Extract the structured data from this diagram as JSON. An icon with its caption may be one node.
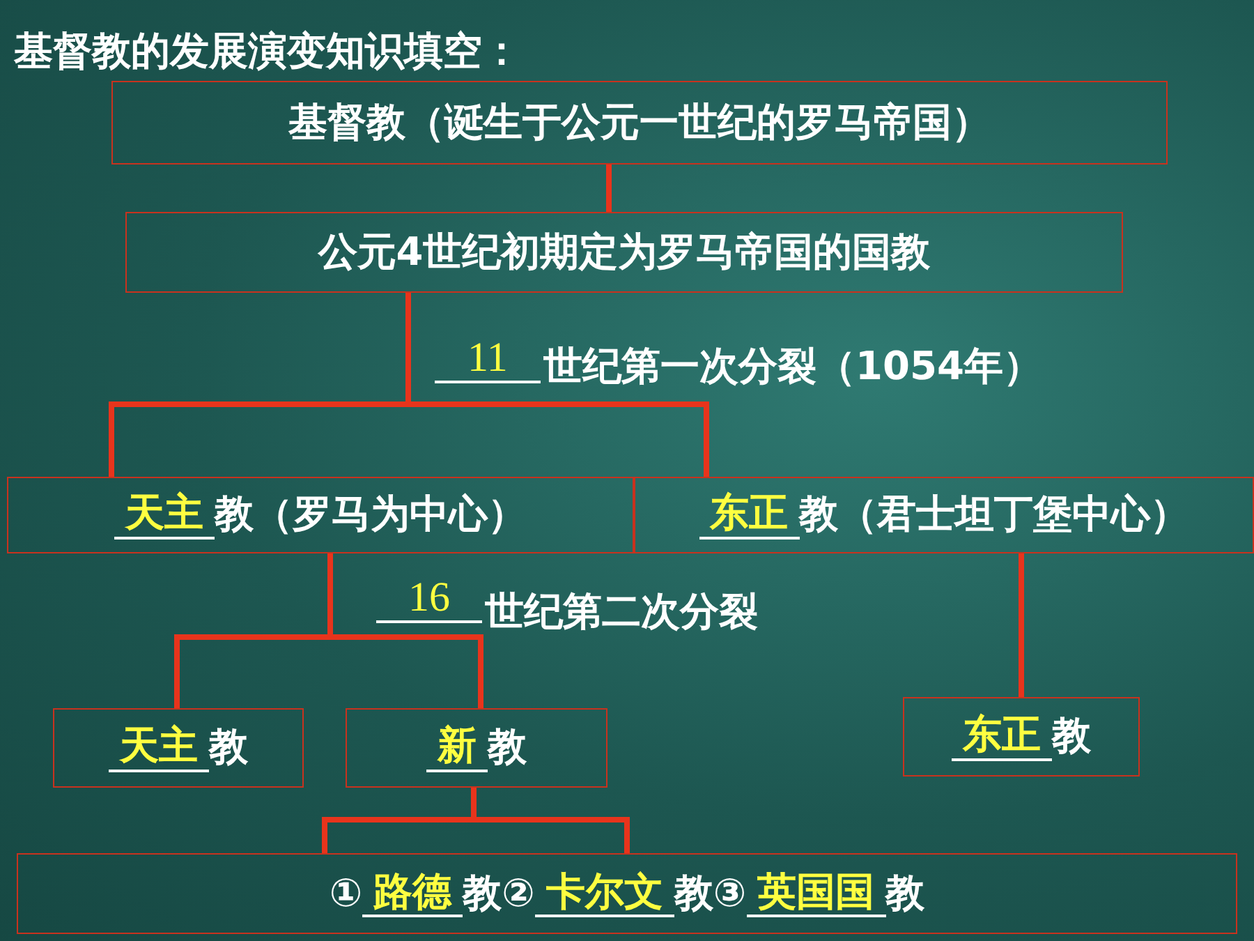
{
  "diagram": {
    "title": "基督教的发展演变知识填空：",
    "nodes": [
      {
        "text": [
          "基督教（诞生于公元一世纪的罗马帝国）"
        ]
      },
      {
        "text": [
          "公元4世纪初期定为罗马帝国的国教"
        ]
      },
      {
        "text": [
          "天主",
          "教（罗马为中心）"
        ]
      },
      {
        "text": [
          "东正",
          "教（君士坦丁堡中心）"
        ]
      },
      {
        "text": [
          "天主",
          "教"
        ]
      },
      {
        "text": [
          "新",
          "教"
        ]
      },
      {
        "text": [
          "东正",
          "教"
        ]
      },
      {
        "text": [
          "①",
          "路德",
          "教②",
          "卡尔文",
          "教③",
          "英国国",
          "教"
        ]
      }
    ],
    "edges": [
      {
        "from": 0,
        "to": 1,
        "arrow": "none"
      },
      {
        "from": 1,
        "to": 2,
        "arrow": "none"
      },
      {
        "from": 1,
        "to": 3,
        "arrow": "none"
      },
      {
        "from": 2,
        "to": 4,
        "arrow": "none"
      },
      {
        "from": 2,
        "to": 5,
        "arrow": "none"
      },
      {
        "from": 3,
        "to": 6,
        "arrow": "none"
      },
      {
        "from": 5,
        "to": 7,
        "arrow": "none"
      }
    ],
    "labels": [
      "11",
      "世纪第一次分裂（1054年）",
      "16",
      "世纪第二次分裂"
    ]
  }
}
